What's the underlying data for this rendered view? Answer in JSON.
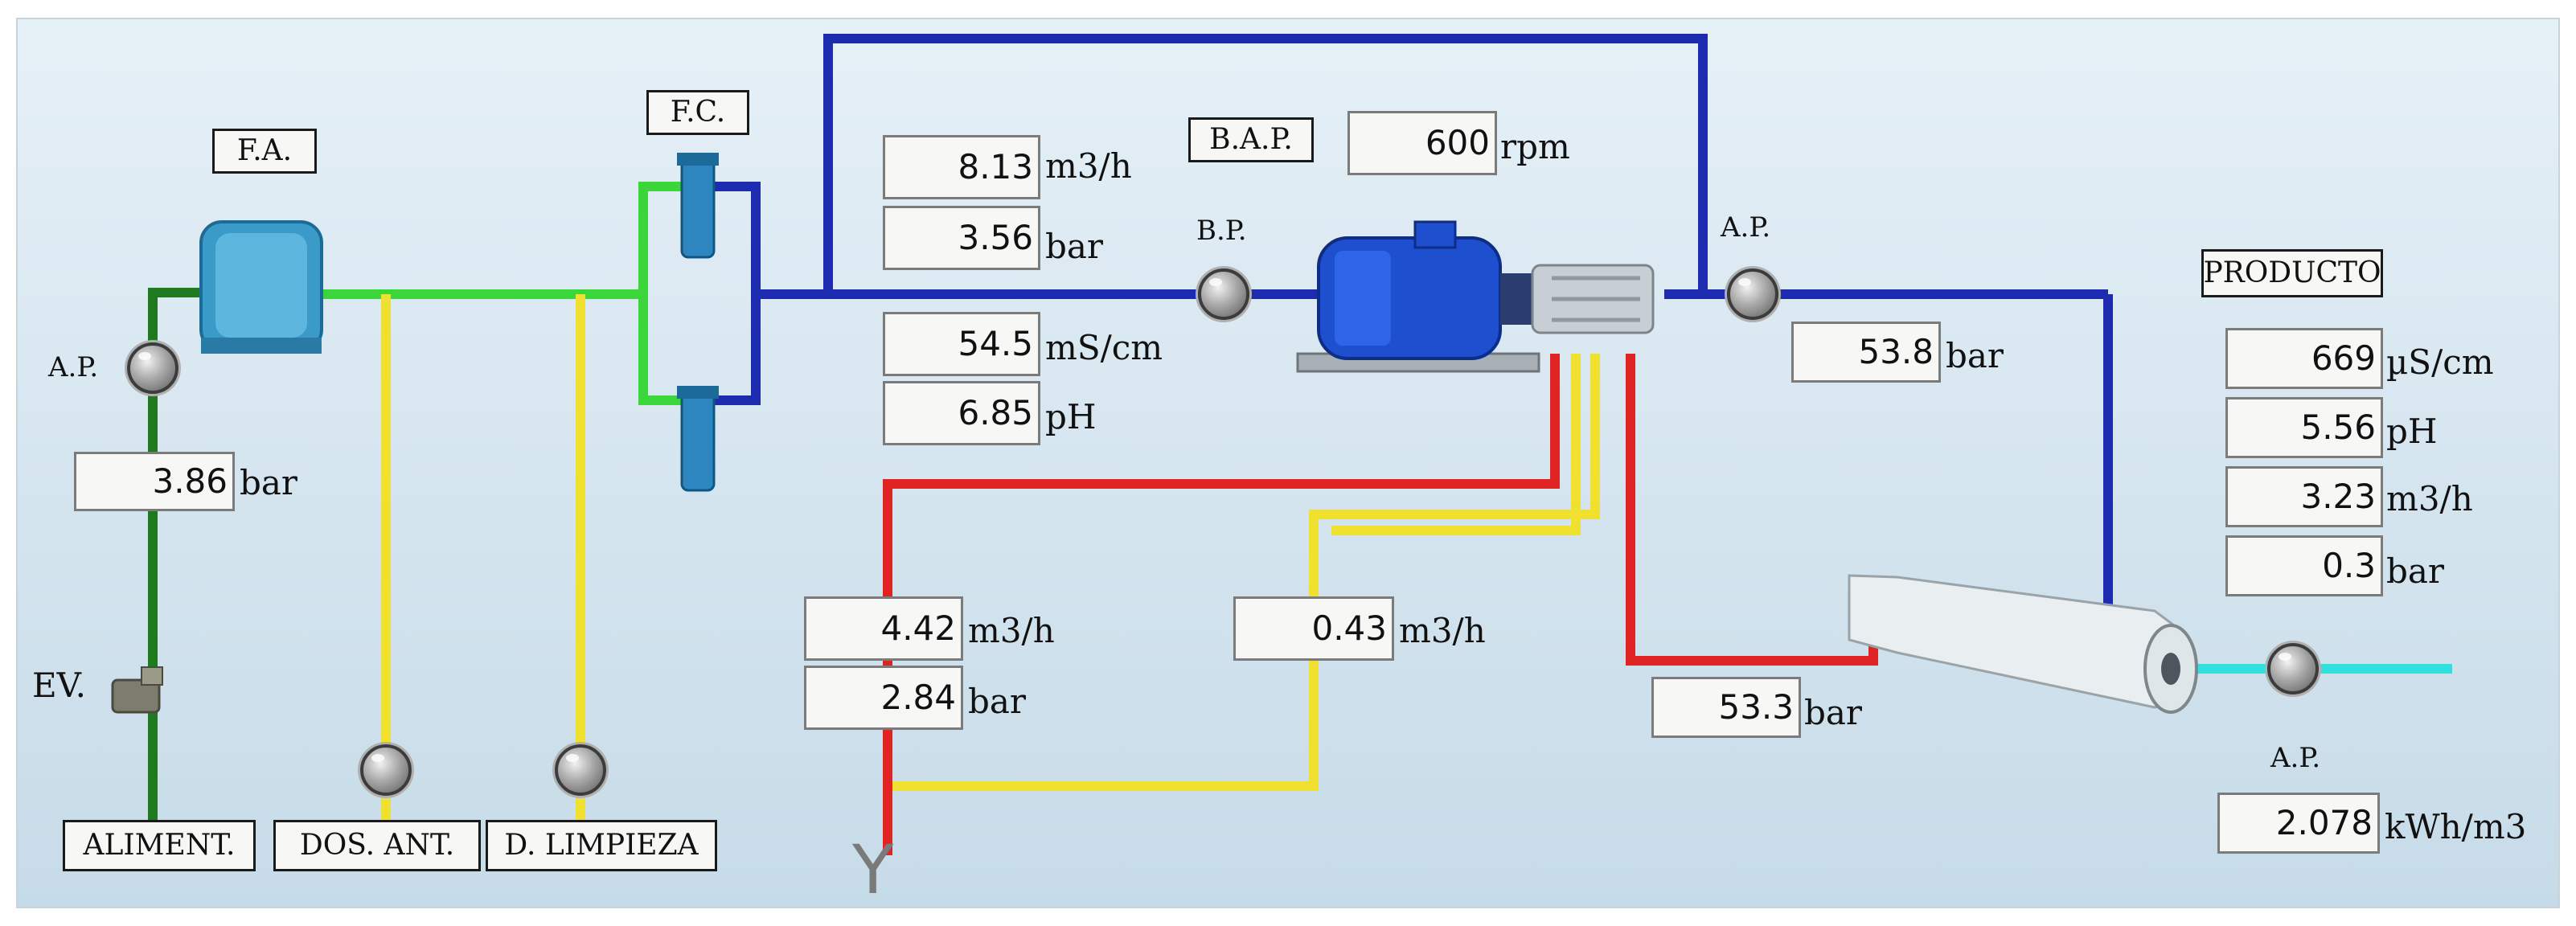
{
  "colors": {
    "feed_pipe": "#1f7a1f",
    "filtered_pipe": "#3ad63a",
    "high_pressure_pipe": "#1c2bb0",
    "brine_pipe": "#e02424",
    "dosing_pipe": "#f0e030",
    "product_pipe": "#2fe0e0",
    "valve_gray": "#8a8f94"
  },
  "tags": {
    "fa": "F.A.",
    "fc": "F.C.",
    "bap": "B.A.P.",
    "producto": "PRODUCTO",
    "aliment": "ALIMENT.",
    "dos_ant": "DOS. ANT.",
    "d_limpieza": "D. LIMPIEZA"
  },
  "labels": {
    "ap_left": "A.P.",
    "ev": "EV.",
    "bp": "B.P.",
    "ap_mid": "A.P.",
    "ap_right": "A.P.",
    "drain_symbol": "Y"
  },
  "feed": {
    "pressure": "3.86",
    "pressure_unit": "bar"
  },
  "low_pressure": {
    "flow": "8.13",
    "flow_unit": "m3/h",
    "pressure": "3.56",
    "pressure_unit": "bar",
    "conductivity": "54.5",
    "conductivity_unit": "mS/cm",
    "ph": "6.85",
    "ph_unit": "pH"
  },
  "pump": {
    "speed": "600",
    "speed_unit": "rpm"
  },
  "high_pressure": {
    "pressure": "53.8",
    "pressure_unit": "bar"
  },
  "brine": {
    "flow": "4.42",
    "flow_unit": "m3/h",
    "pressure": "2.84",
    "pressure_unit": "bar"
  },
  "recirculation": {
    "flow": "0.43",
    "flow_unit": "m3/h"
  },
  "membrane_inlet": {
    "pressure": "53.3",
    "pressure_unit": "bar"
  },
  "product": {
    "conductivity": "669",
    "conductivity_unit": "µS/cm",
    "ph": "5.56",
    "ph_unit": "pH",
    "flow": "3.23",
    "flow_unit": "m3/h",
    "pressure": "0.3",
    "pressure_unit": "bar"
  },
  "energy": {
    "value": "2.078",
    "unit": "kWh/m3"
  }
}
